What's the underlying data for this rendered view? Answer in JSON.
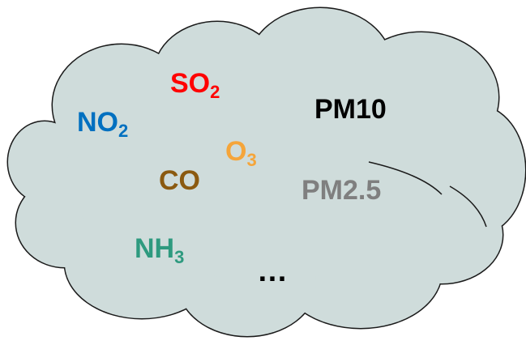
{
  "diagram": {
    "cloud_fill": "#cfdcdb",
    "cloud_stroke": "#1a1a1a",
    "pollutants": [
      {
        "id": "so2",
        "base": "SO",
        "sub": "2",
        "color": "#ff0000"
      },
      {
        "id": "no2",
        "base": "NO",
        "sub": "2",
        "color": "#0070c0"
      },
      {
        "id": "pm10",
        "base": "PM10",
        "sub": "",
        "color": "#000000"
      },
      {
        "id": "o3",
        "base": "O",
        "sub": "3",
        "color": "#f5a53a"
      },
      {
        "id": "co",
        "base": "CO",
        "sub": "",
        "color": "#8b5a10"
      },
      {
        "id": "pm25",
        "base": "PM2.5",
        "sub": "",
        "color": "#7f7f7f"
      },
      {
        "id": "nh3",
        "base": "NH",
        "sub": "3",
        "color": "#2e9a7f"
      }
    ],
    "ellipsis": "…"
  }
}
